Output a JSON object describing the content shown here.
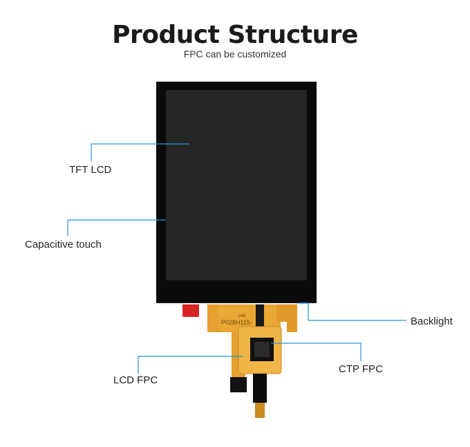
{
  "header": {
    "title": "Product Structure",
    "subtitle": "FPC can be customized"
  },
  "callouts": {
    "tft_lcd": "TFT LCD",
    "capacitive_touch": "Capacitive touch",
    "backlight": "Backlight",
    "lcd_fpc": "LCD FPC",
    "ctp_fpc": "CTP FPC"
  },
  "fpc_print": {
    "part_number": "P028H115-",
    "small_text": "polc"
  },
  "colors": {
    "leader_line": "#2a8fd6",
    "fpc": "#e8a531",
    "bezel": "#0a0a0a",
    "screen": "#262626"
  }
}
